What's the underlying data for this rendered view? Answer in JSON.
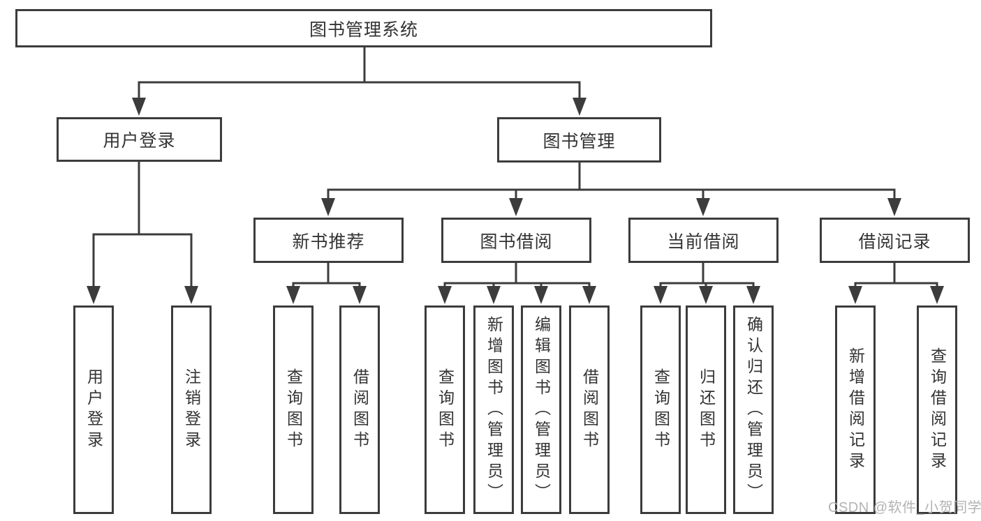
{
  "diagram": {
    "title_node": "图书管理系统",
    "root": {
      "label": "图书管理系统"
    },
    "level1": [
      {
        "label": "用户登录",
        "children": [
          {
            "label": "用户登录"
          },
          {
            "label": "注销登录"
          }
        ]
      },
      {
        "label": "图书管理",
        "children": [
          {
            "label": "新书推荐",
            "children": [
              {
                "label": "查询图书"
              },
              {
                "label": "借阅图书"
              }
            ]
          },
          {
            "label": "图书借阅",
            "children": [
              {
                "label": "查询图书"
              },
              {
                "label": "新增图书（管理员）"
              },
              {
                "label": "编辑图书（管理员）"
              },
              {
                "label": "借阅图书"
              }
            ]
          },
          {
            "label": "当前借阅",
            "children": [
              {
                "label": "查询图书"
              },
              {
                "label": "归还图书"
              },
              {
                "label": "确认归还（管理员）"
              }
            ]
          },
          {
            "label": "借阅记录",
            "children": [
              {
                "label": "新增借阅记录"
              },
              {
                "label": "查询借阅记录"
              }
            ]
          }
        ]
      }
    ]
  },
  "watermark": {
    "text": "CSDN @软件_小贺同学"
  },
  "colors": {
    "line": "#3c3c3c",
    "text": "#333333",
    "background": "#ffffff",
    "watermark": "#b3b3b3"
  }
}
